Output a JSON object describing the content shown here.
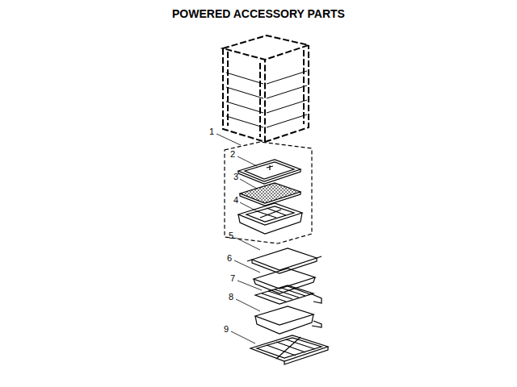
{
  "diagram": {
    "title": "POWERED ACCESSORY PARTS",
    "labels": [
      "1",
      "2",
      "3",
      "4",
      "5",
      "6",
      "7",
      "8",
      "9"
    ]
  }
}
